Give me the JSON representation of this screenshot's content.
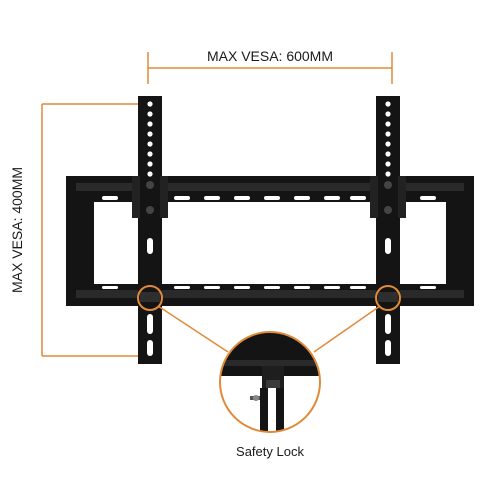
{
  "labels": {
    "width": "MAX VESA: 600MM",
    "height": "MAX VESA: 400MM",
    "callout": "Safety Lock"
  },
  "colors": {
    "accent": "#e08a3a",
    "bracket": "#141414",
    "background": "#ffffff"
  }
}
